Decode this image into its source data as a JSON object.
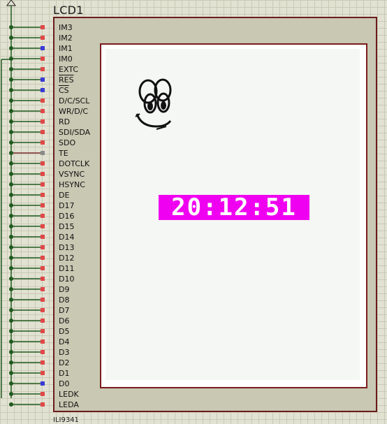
{
  "component": {
    "name": "LCD1",
    "part_label": "ILI9341"
  },
  "pins": [
    {
      "name": "IM3",
      "overline": false,
      "marker": "red"
    },
    {
      "name": "IM2",
      "overline": false,
      "marker": "red"
    },
    {
      "name": "IM1",
      "overline": false,
      "marker": "blue"
    },
    {
      "name": "IM0",
      "overline": false,
      "marker": "red"
    },
    {
      "name": "EXTC",
      "overline": false,
      "marker": "red"
    },
    {
      "name": "RES",
      "overline": true,
      "marker": "blue"
    },
    {
      "name": "CS",
      "overline": true,
      "marker": "blue"
    },
    {
      "name": "D/C/SCL",
      "overline": false,
      "marker": "red"
    },
    {
      "name": "WR/D/C",
      "overline": false,
      "marker": "red"
    },
    {
      "name": "RD",
      "overline": false,
      "marker": "red"
    },
    {
      "name": "SDI/SDA",
      "overline": false,
      "marker": "red"
    },
    {
      "name": "SDO",
      "overline": false,
      "marker": "red"
    },
    {
      "name": "TE",
      "overline": false,
      "marker": "gray"
    },
    {
      "name": "DOTCLK",
      "overline": false,
      "marker": "red"
    },
    {
      "name": "VSYNC",
      "overline": false,
      "marker": "red"
    },
    {
      "name": "HSYNC",
      "overline": false,
      "marker": "red"
    },
    {
      "name": "DE",
      "overline": false,
      "marker": "red"
    },
    {
      "name": "D17",
      "overline": false,
      "marker": "red"
    },
    {
      "name": "D16",
      "overline": false,
      "marker": "red"
    },
    {
      "name": "D15",
      "overline": false,
      "marker": "red"
    },
    {
      "name": "D14",
      "overline": false,
      "marker": "red"
    },
    {
      "name": "D13",
      "overline": false,
      "marker": "red"
    },
    {
      "name": "D12",
      "overline": false,
      "marker": "red"
    },
    {
      "name": "D11",
      "overline": false,
      "marker": "red"
    },
    {
      "name": "D10",
      "overline": false,
      "marker": "red"
    },
    {
      "name": "D9",
      "overline": false,
      "marker": "red"
    },
    {
      "name": "D8",
      "overline": false,
      "marker": "red"
    },
    {
      "name": "D7",
      "overline": false,
      "marker": "red"
    },
    {
      "name": "D6",
      "overline": false,
      "marker": "red"
    },
    {
      "name": "D5",
      "overline": false,
      "marker": "red"
    },
    {
      "name": "D4",
      "overline": false,
      "marker": "red"
    },
    {
      "name": "D3",
      "overline": false,
      "marker": "red"
    },
    {
      "name": "D2",
      "overline": false,
      "marker": "red"
    },
    {
      "name": "D1",
      "overline": false,
      "marker": "red"
    },
    {
      "name": "D0",
      "overline": false,
      "marker": "blue"
    },
    {
      "name": "LEDK",
      "overline": false,
      "marker": "red"
    },
    {
      "name": "LEDA",
      "overline": false,
      "marker": "red"
    }
  ],
  "display": {
    "time": "20:12:51",
    "time_bg": "#f000f0",
    "time_fg": "#ffffff",
    "face_icon": "smiley-face-icon"
  },
  "colors": {
    "marker_red": "#e04848",
    "marker_blue": "#3a3ad6",
    "marker_gray": "#8a8a8a",
    "wire": "#1f5a1f",
    "border": "#6b1c1c"
  }
}
